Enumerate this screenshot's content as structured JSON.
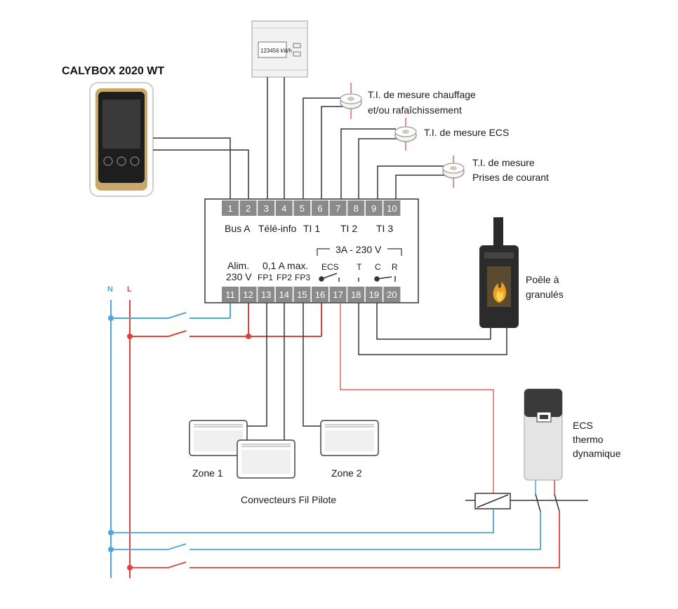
{
  "device": {
    "name": "CALYBOX 2020 WT"
  },
  "meter": {
    "display": "123456 kWh"
  },
  "terminals_top": [
    "1",
    "2",
    "3",
    "4",
    "5",
    "6",
    "7",
    "8",
    "9",
    "10"
  ],
  "terminals_bottom": [
    "11",
    "12",
    "13",
    "14",
    "15",
    "16",
    "17",
    "18",
    "19",
    "20"
  ],
  "groups_top": {
    "bus": "Bus A",
    "teleinfo": "Télé-info",
    "ti1": "TI 1",
    "ti2": "TI 2",
    "ti3": "TI 3"
  },
  "groups_bottom": {
    "alim_1": "Alim.",
    "alim_2": "230 V",
    "fp_max": "0,1 A max.",
    "fp1": "FP1",
    "fp2": "FP2",
    "fp3": "FP3",
    "relay_rating": "3A - 230 V",
    "ecs": "ECS",
    "t": "T",
    "c": "C",
    "r": "R"
  },
  "sensors": {
    "ti1_line1": "T.I. de mesure chauffage",
    "ti1_line2": "et/ou rafaîchissement",
    "ti2": "T.I. de mesure ECS",
    "ti3_line1": "T.I. de mesure",
    "ti3_line2": "Prises de courant"
  },
  "stove": {
    "line1": "Poêle à",
    "line2": "granulés"
  },
  "ecs": {
    "line1": "ECS",
    "line2": "thermo",
    "line3": "dynamique"
  },
  "zones": {
    "zone1": "Zone 1",
    "zone2": "Zone 2",
    "caption": "Convecteurs Fil Pilote"
  },
  "supply": {
    "n": "N",
    "l": "L"
  },
  "colors": {
    "neutral": "#4aa8dd",
    "live": "#e2403a",
    "wire": "#333333",
    "terminal": "#8a8a8a"
  }
}
